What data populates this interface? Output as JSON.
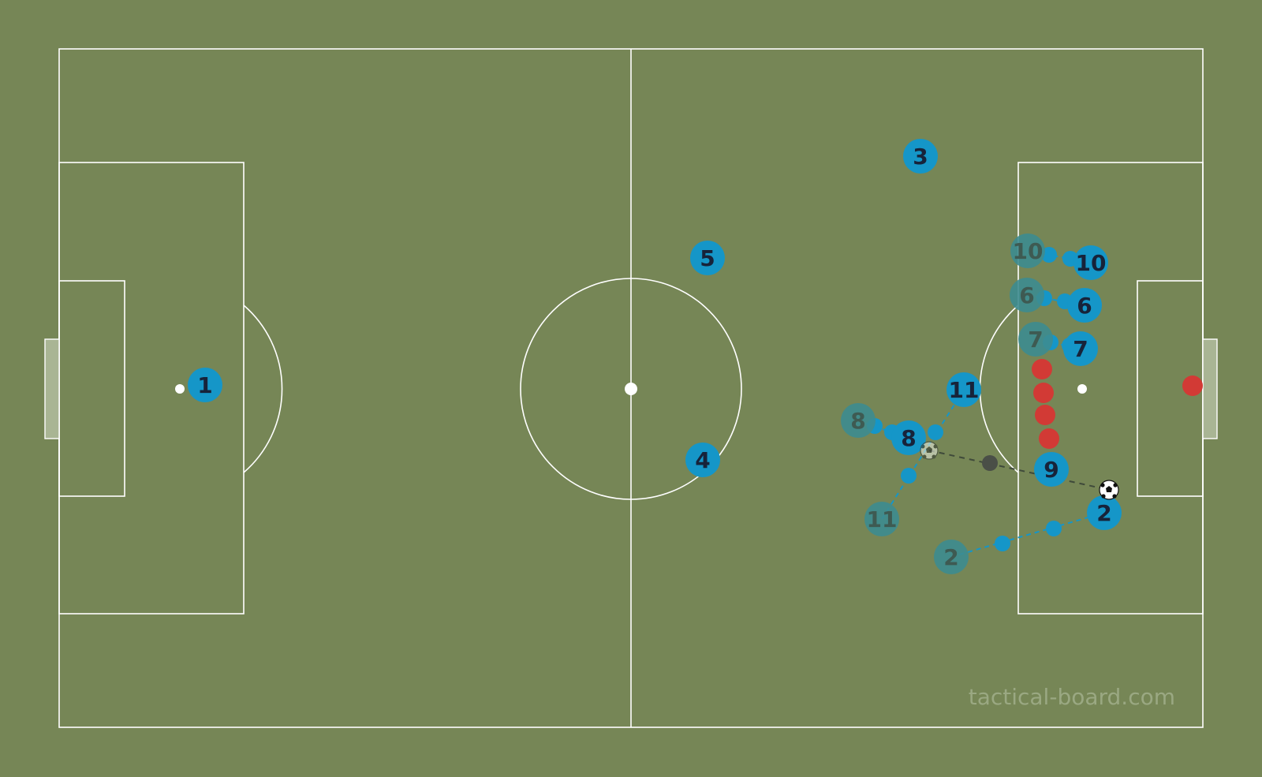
{
  "watermark": "tactical-board.com",
  "colors": {
    "pitch": "#768656",
    "lines": "#ffffff",
    "team": "#1596c8",
    "team_ghost": "#3d8c90",
    "opponent": "#d23a35",
    "number_text": "#17233a",
    "ghost_text": "#3e5a52",
    "pass_line": "#3f4a3a",
    "watermark": "#9aa882"
  },
  "players": [
    {
      "number": "1"
    },
    {
      "number": "2"
    },
    {
      "number": "3"
    },
    {
      "number": "4"
    },
    {
      "number": "5"
    },
    {
      "number": "6"
    },
    {
      "number": "7"
    },
    {
      "number": "8"
    },
    {
      "number": "9"
    },
    {
      "number": "10"
    },
    {
      "number": "11"
    }
  ],
  "ghost_players": [
    {
      "number": "2"
    },
    {
      "number": "6"
    },
    {
      "number": "7"
    },
    {
      "number": "8"
    },
    {
      "number": "10"
    },
    {
      "number": "11"
    }
  ],
  "icons": {
    "ball": "soccer-ball-icon",
    "ghost_ball": "faded-soccer-ball-icon"
  }
}
